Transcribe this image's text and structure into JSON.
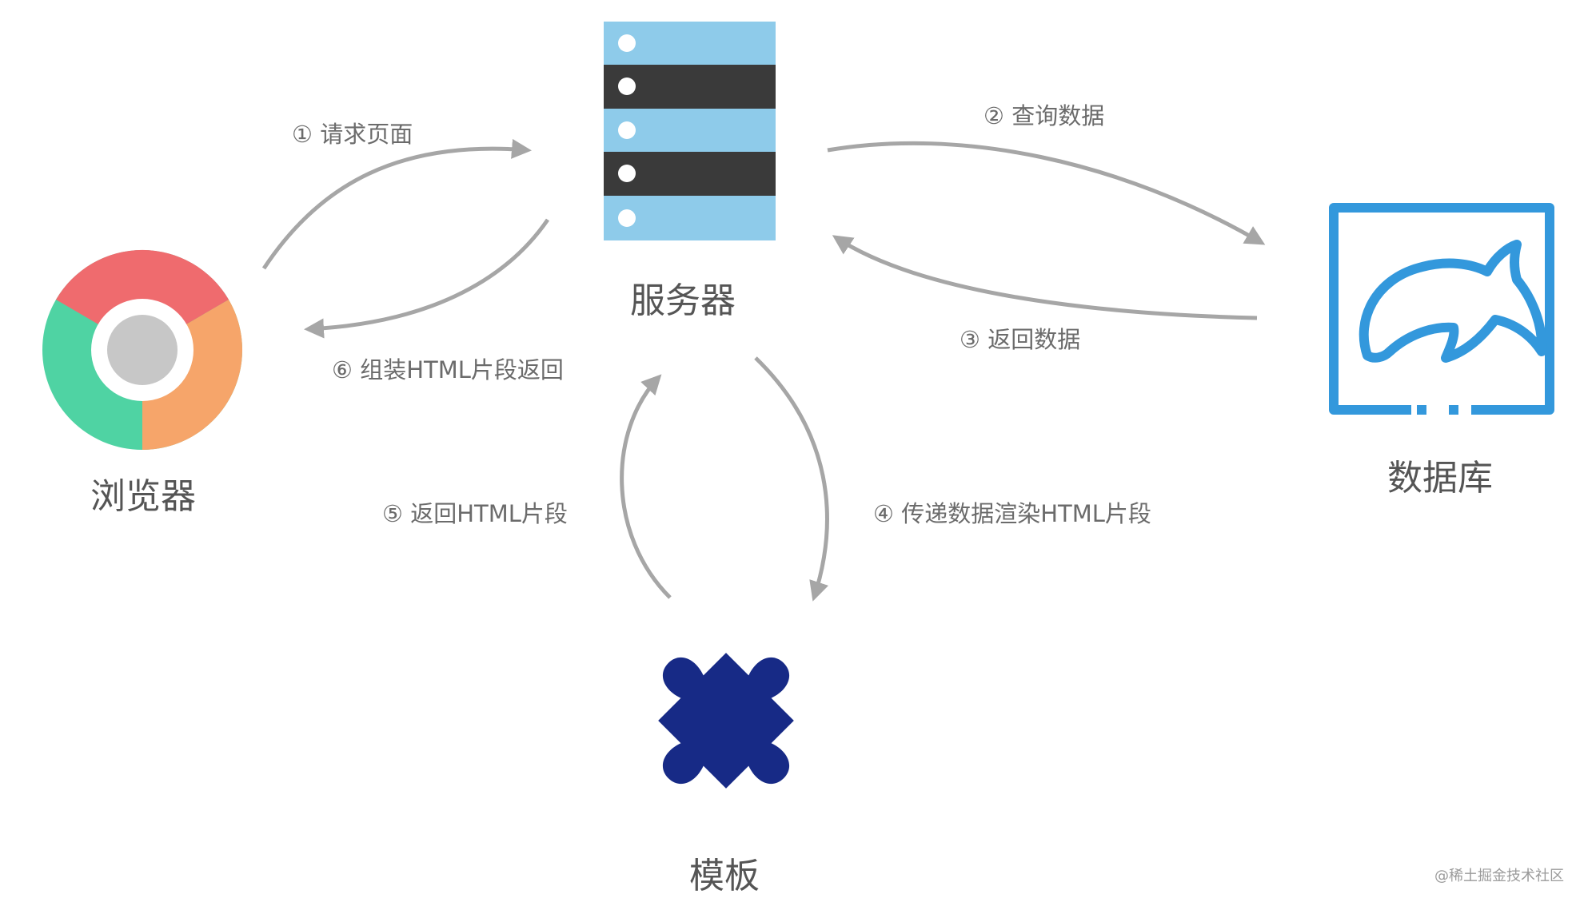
{
  "nodes": {
    "browser": "浏览器",
    "server": "服务器",
    "database": "数据库",
    "template": "模板"
  },
  "edges": {
    "e1": "① 请求页面",
    "e2": "② 查询数据",
    "e3": "③ 返回数据",
    "e4": "④ 传递数据渲染HTML片段",
    "e5": "⑤ 返回HTML片段",
    "e6": "⑥ 组装HTML片段返回"
  },
  "watermark": "@稀土掘金技术社区",
  "icons": {
    "browser": "chrome-icon",
    "server": "server-rack-icon",
    "database": "mysql-dolphin-icon",
    "template": "puzzle-piece-icon"
  },
  "colors": {
    "arrow": "#a6a6a6",
    "server_light": "#8ecbea",
    "server_dark": "#3a3a3a",
    "db_blue": "#3398dc",
    "puzzle_navy": "#172a86",
    "chrome_red": "#ef6b6e",
    "chrome_orange": "#f6a56a",
    "chrome_green": "#4fd3a3",
    "chrome_center": "#c7c7c7"
  }
}
